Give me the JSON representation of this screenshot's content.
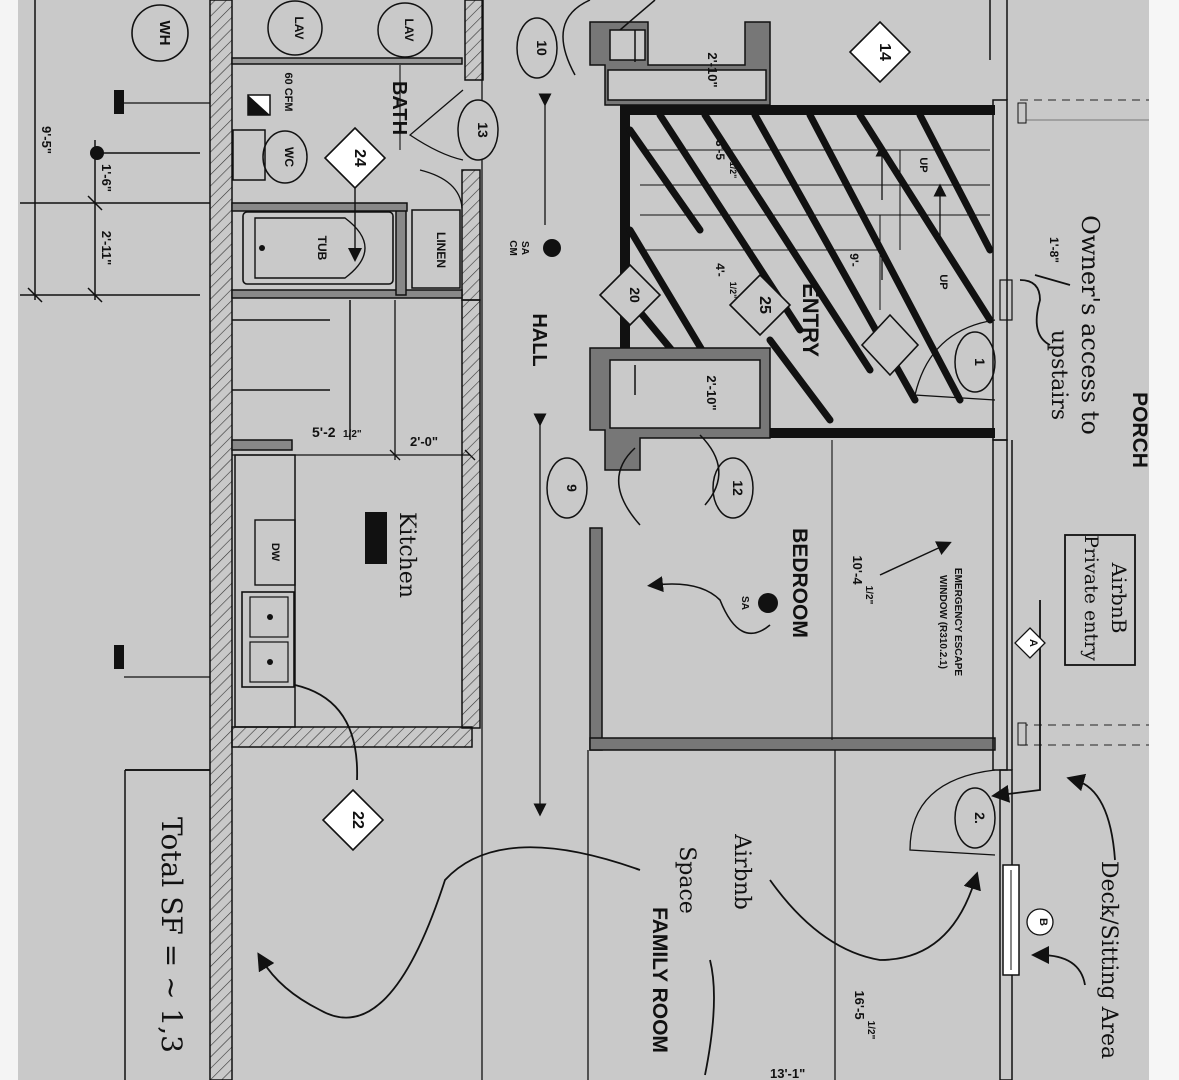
{
  "rooms": {
    "bath": "BATH",
    "hall": "HALL",
    "entry": "ENTRY",
    "bedroom": "BEDROOM",
    "family_room": "FAMILY ROOM",
    "porch": "PORCH"
  },
  "fixtures": {
    "wh": "WH",
    "lav_1": "LAV",
    "lav_2": "LAV",
    "fan": "60 CFM",
    "wc": "WC",
    "tub": "TUB",
    "linen": "LINEN",
    "dw": "DW",
    "sa_cm_1": "SA",
    "sa_cm_2": "CM",
    "sa_bedroom": "SA",
    "up_1": "UP",
    "up_2": "UP",
    "emergency_line1": "EMERGENCY ESCAPE",
    "emergency_line2": "WINDOW (R310.2.1)"
  },
  "dimensions": {
    "d_9_5": "9'-5\"",
    "d_1_6": "1'-6\"",
    "d_2_11": "2'-11\"",
    "d_5_2": "5'-2",
    "d_5_2_frac": "1/2\"",
    "d_2_0": "2'-0\"",
    "d_2_10_top": "2'-10\"",
    "d_2_10_bottom": "2'-10\"",
    "d_3_5": "3'-5",
    "d_3_5_frac": "1/2\"",
    "d_9": "9'-",
    "d_4": "4'-",
    "d_4_frac": "1/2\"",
    "d_1_8": "1'-8\"",
    "d_10_4": "10'-4",
    "d_10_4_frac": "1/2\"",
    "d_16_5": "16'-5",
    "d_16_5_frac": "1/2\"",
    "d_13": "13'-1\""
  },
  "tags": {
    "t10": "10",
    "t13": "13",
    "t14": "14",
    "t24": "24",
    "t25": "25",
    "t20": "20",
    "t22": "22",
    "t9": "9",
    "t12": "12",
    "t1": "1",
    "t2": "2.",
    "tA": "A",
    "tB": "B"
  },
  "notes": {
    "owners_1": "Owner's access to",
    "owners_2": "upstairs",
    "airbnb_private_1": "AirbnB",
    "airbnb_private_2": "Private entry",
    "airbnb_space_1": "Airbnb",
    "airbnb_space_2": "Space",
    "kitchen": "Kitchen",
    "deck": "Deck/Sitting Area",
    "total_sf": "Total SF = ~ 1,3"
  }
}
